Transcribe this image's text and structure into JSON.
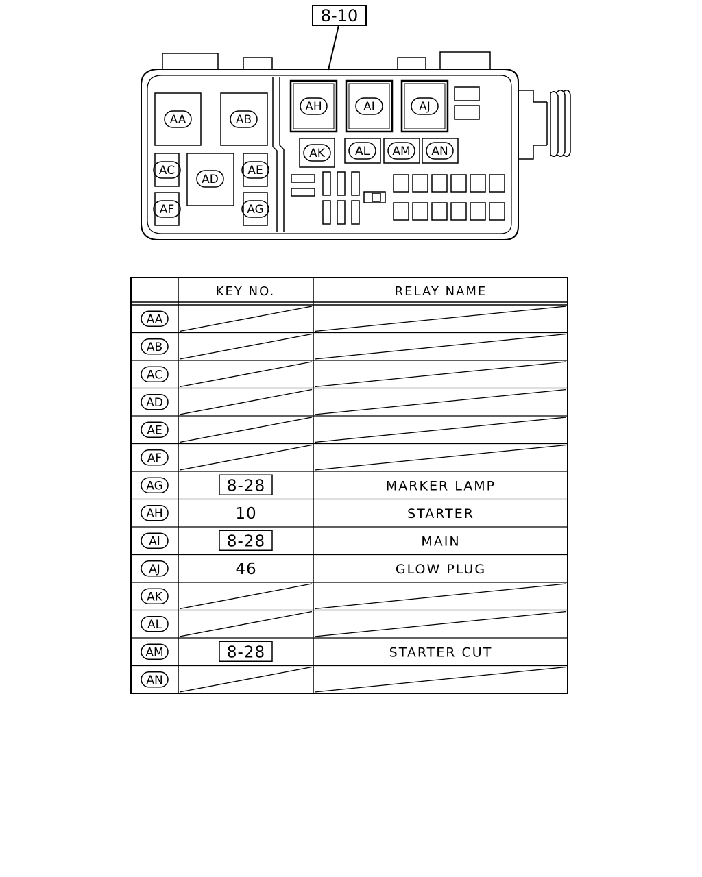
{
  "diagram": {
    "reference_label": "8-10",
    "relay_labels": {
      "AA": "AA",
      "AB": "AB",
      "AC": "AC",
      "AD": "AD",
      "AE": "AE",
      "AF": "AF",
      "AG": "AG",
      "AH": "AH",
      "AI": "AI",
      "AJ": "AJ",
      "AK": "AK",
      "AL": "AL",
      "AM": "AM",
      "AN": "AN"
    }
  },
  "table": {
    "headers": [
      "KEY NO.",
      "RELAY NAME"
    ],
    "rows": [
      {
        "code": "AA",
        "key_no": "",
        "key_boxed": false,
        "relay_name": ""
      },
      {
        "code": "AB",
        "key_no": "",
        "key_boxed": false,
        "relay_name": ""
      },
      {
        "code": "AC",
        "key_no": "",
        "key_boxed": false,
        "relay_name": ""
      },
      {
        "code": "AD",
        "key_no": "",
        "key_boxed": false,
        "relay_name": ""
      },
      {
        "code": "AE",
        "key_no": "",
        "key_boxed": false,
        "relay_name": ""
      },
      {
        "code": "AF",
        "key_no": "",
        "key_boxed": false,
        "relay_name": ""
      },
      {
        "code": "AG",
        "key_no": "8-28",
        "key_boxed": true,
        "relay_name": "MARKER LAMP"
      },
      {
        "code": "AH",
        "key_no": "10",
        "key_boxed": false,
        "relay_name": "STARTER"
      },
      {
        "code": "AI",
        "key_no": "8-28",
        "key_boxed": true,
        "relay_name": "MAIN"
      },
      {
        "code": "AJ",
        "key_no": "46",
        "key_boxed": false,
        "relay_name": "GLOW PLUG"
      },
      {
        "code": "AK",
        "key_no": "",
        "key_boxed": false,
        "relay_name": ""
      },
      {
        "code": "AL",
        "key_no": "",
        "key_boxed": false,
        "relay_name": ""
      },
      {
        "code": "AM",
        "key_no": "8-28",
        "key_boxed": true,
        "relay_name": "STARTER CUT"
      },
      {
        "code": "AN",
        "key_no": "",
        "key_boxed": false,
        "relay_name": ""
      }
    ]
  }
}
